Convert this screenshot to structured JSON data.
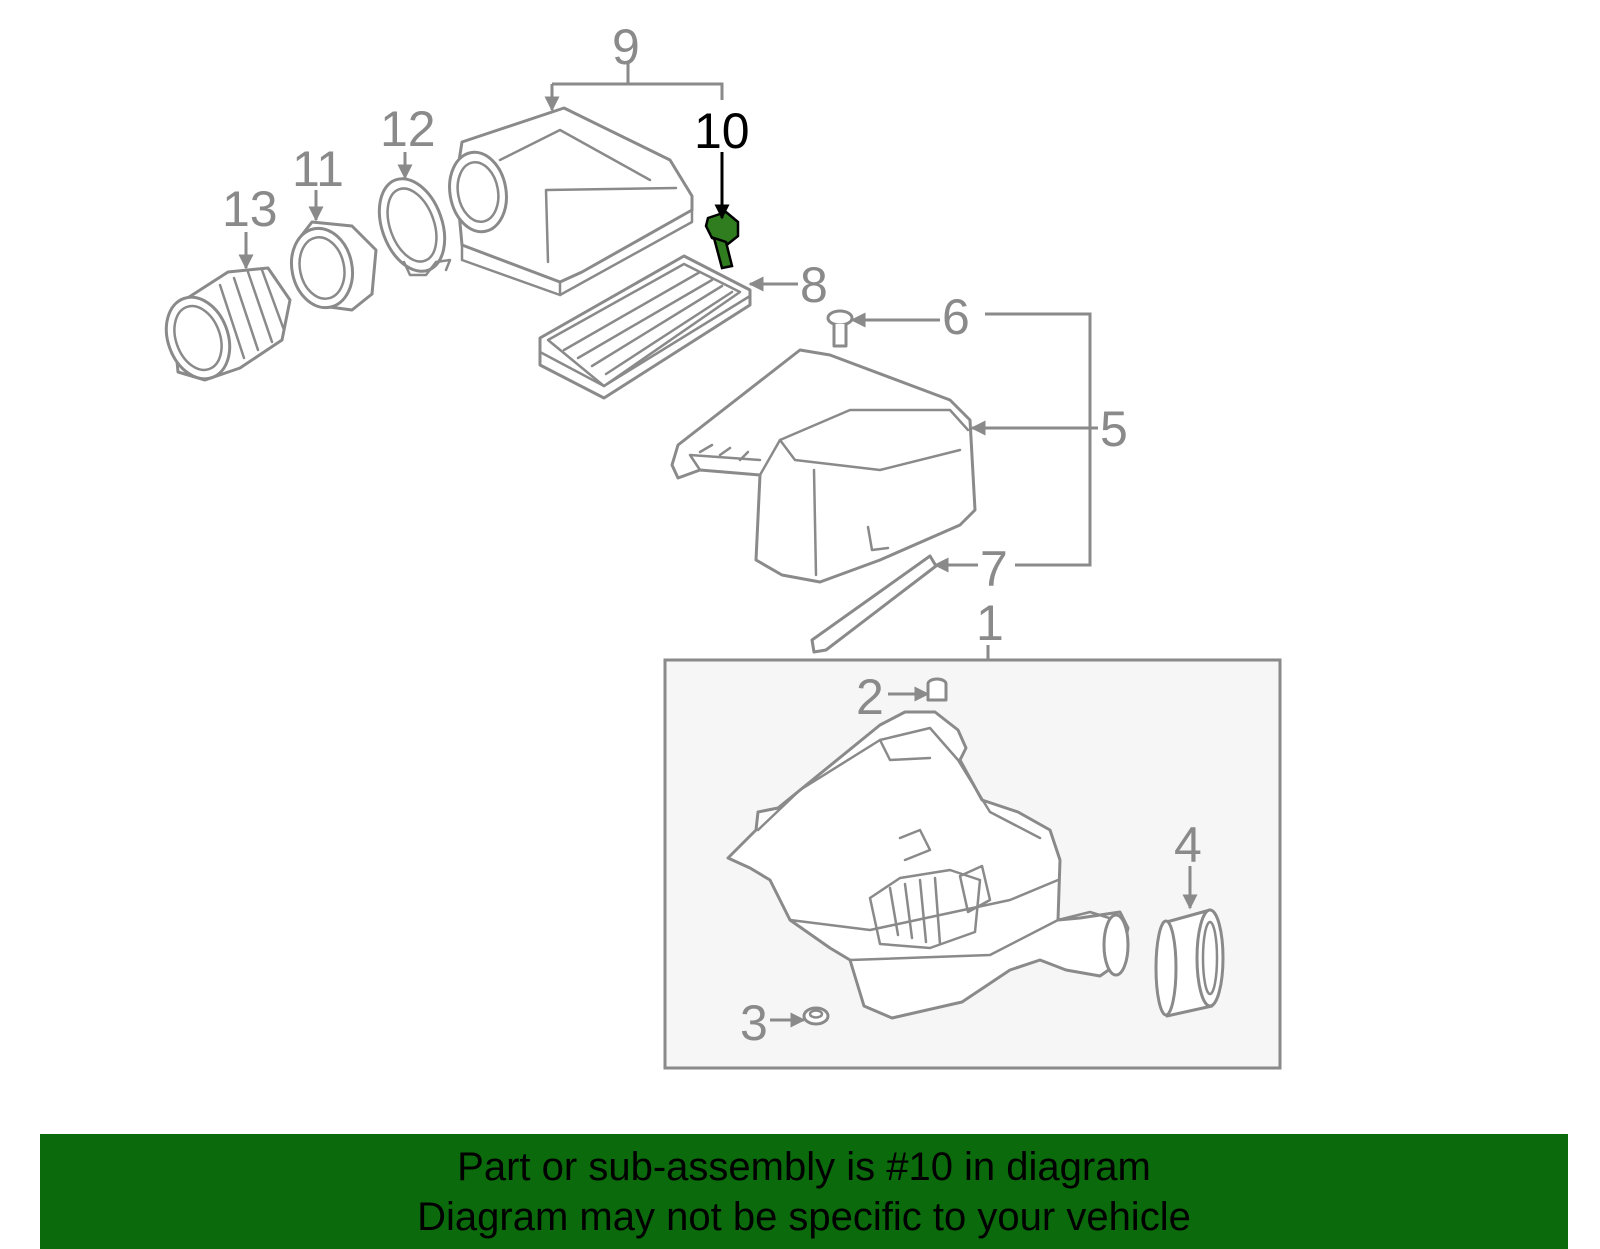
{
  "diagram": {
    "highlight_color": "#2f7d1f",
    "callouts": [
      "1",
      "2",
      "3",
      "4",
      "5",
      "6",
      "7",
      "8",
      "9",
      "10",
      "11",
      "12",
      "13"
    ],
    "highlighted_callout": "10"
  },
  "banner": {
    "background": "#0b6a0b",
    "line1": "Part or sub-assembly is #10 in diagram",
    "line2": "Diagram may not be specific to your vehicle"
  }
}
